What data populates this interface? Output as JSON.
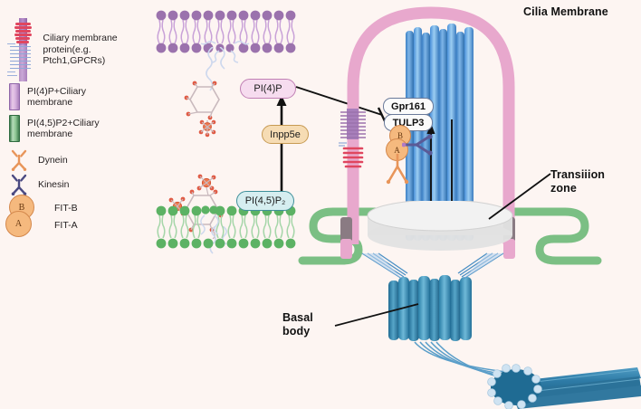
{
  "diagram": {
    "background_color": "#fdf5f2",
    "title_labels": {
      "cilia_membrane": "Cilia Membrane",
      "transition_zone_line1": "Transiiion",
      "transition_zone_line2": "zone",
      "basal_body_line1": "Basal",
      "basal_body_line2": "body"
    }
  },
  "legend": {
    "items": [
      {
        "icon": "ciliary-membrane-protein-icon",
        "label_line1": "Ciliary membrane",
        "label_line2": "protein(e.g. Ptch1,GPCRs)"
      },
      {
        "icon": "pi4p-membrane-swatch-icon",
        "label_line1": "PI(4)P+Ciliary",
        "label_line2": "membrane"
      },
      {
        "icon": "pi45p2-membrane-swatch-icon",
        "label_line1": "PI(4,5)P2+Ciliary",
        "label_line2": "membrane"
      },
      {
        "icon": "dynein-icon",
        "label_line1": "Dynein",
        "label_line2": ""
      },
      {
        "icon": "kinesin-icon",
        "label_line1": "Kinesin",
        "label_line2": ""
      },
      {
        "icon": "fit-b-circle-icon",
        "label_line1": "FIT-B",
        "label_line2": "",
        "circle_letter": "B"
      },
      {
        "icon": "fit-a-circle-icon",
        "label_line1": "FIT-A",
        "label_line2": "",
        "circle_letter": "A"
      }
    ],
    "colors": {
      "pi4p": "#c9a2d8",
      "pi45p2": "#6fb97a",
      "dynein": "#e8955a",
      "kinesin": "#4a4a82",
      "fit": "#f5b97e"
    }
  },
  "reaction": {
    "substrate_label": "PI(4,5)P₂",
    "product_label": "PI(4)P",
    "enzyme_label": "Inpp5e",
    "arrow_direction": "upward"
  },
  "cilium": {
    "membrane_color": "#e8a8cd",
    "axoneme_color": "#4a90d9",
    "basal_body_color": "#2b7fa8",
    "proteins": [
      {
        "name": "Gpr161",
        "label": "Gpr161"
      },
      {
        "name": "TULP3",
        "label": "TULP3"
      }
    ],
    "fit_subunits": [
      {
        "letter": "B"
      },
      {
        "letter": "A"
      }
    ],
    "transport_arrows": [
      {
        "name": "anterograde-arrow",
        "direction": "up"
      },
      {
        "name": "retrograde-arrow",
        "direction": "down"
      }
    ]
  },
  "plasma_membrane": {
    "color": "#7bbf84"
  }
}
